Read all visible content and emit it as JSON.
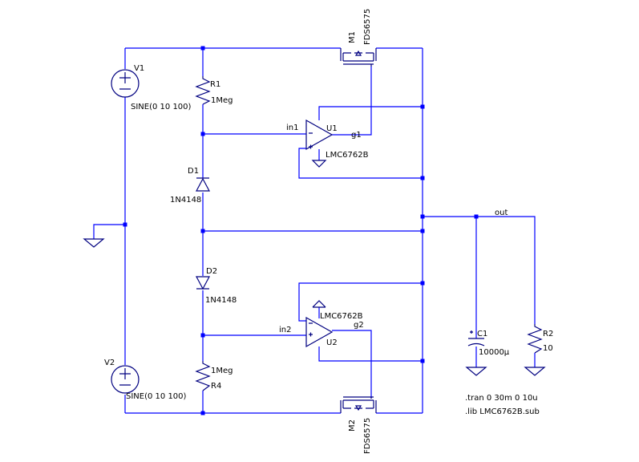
{
  "sources": {
    "v1": {
      "name": "V1",
      "value": "SINE(0 10 100)"
    },
    "v2": {
      "name": "V2",
      "value": "SINE(0 10 100)"
    }
  },
  "resistors": {
    "r1": {
      "name": "R1",
      "value": "1Meg"
    },
    "r4": {
      "name": "R4",
      "value": "1Meg"
    },
    "r2": {
      "name": "R2",
      "value": "10"
    }
  },
  "diodes": {
    "d1": {
      "name": "D1",
      "value": "1N4148"
    },
    "d2": {
      "name": "D2",
      "value": "1N4148"
    }
  },
  "opamps": {
    "u1": {
      "name": "U1",
      "value": "LMC6762B"
    },
    "u2": {
      "name": "U2",
      "value": "LMC6762B"
    }
  },
  "mosfets": {
    "m1": {
      "name": "M1",
      "value": "FDS6575"
    },
    "m2": {
      "name": "M2",
      "value": "FDS6575"
    }
  },
  "capacitor": {
    "name": "C1",
    "value": "10000µ"
  },
  "nets": {
    "in1": "in1",
    "in2": "in2",
    "g1": "g1",
    "g2": "g2",
    "out": "out"
  },
  "directives": {
    "tran": ".tran 0 30m 0 10u",
    "lib": ".lib LMC6762B.sub"
  },
  "colors": {
    "wire": "#0000ff",
    "component": "#000080",
    "text": "#000000"
  }
}
